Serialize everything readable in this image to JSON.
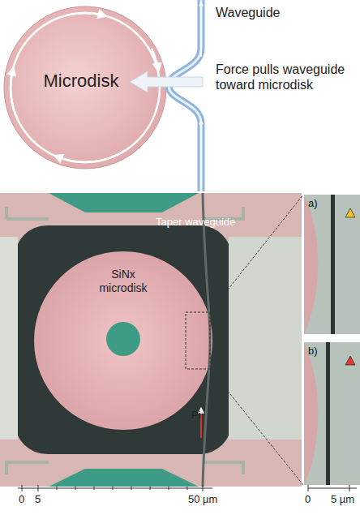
{
  "diagram": {
    "nodes": [
      {
        "text": [
          "Microdisk"
        ]
      }
    ],
    "labels": [
      "Waveguide",
      "Force pulls waveguide toward microdisk",
      "Taper waveguide",
      "SiNx microdisk",
      "Pi",
      "a)",
      "b)",
      "0",
      "5",
      "50 µm",
      "0",
      "5 µm"
    ]
  }
}
